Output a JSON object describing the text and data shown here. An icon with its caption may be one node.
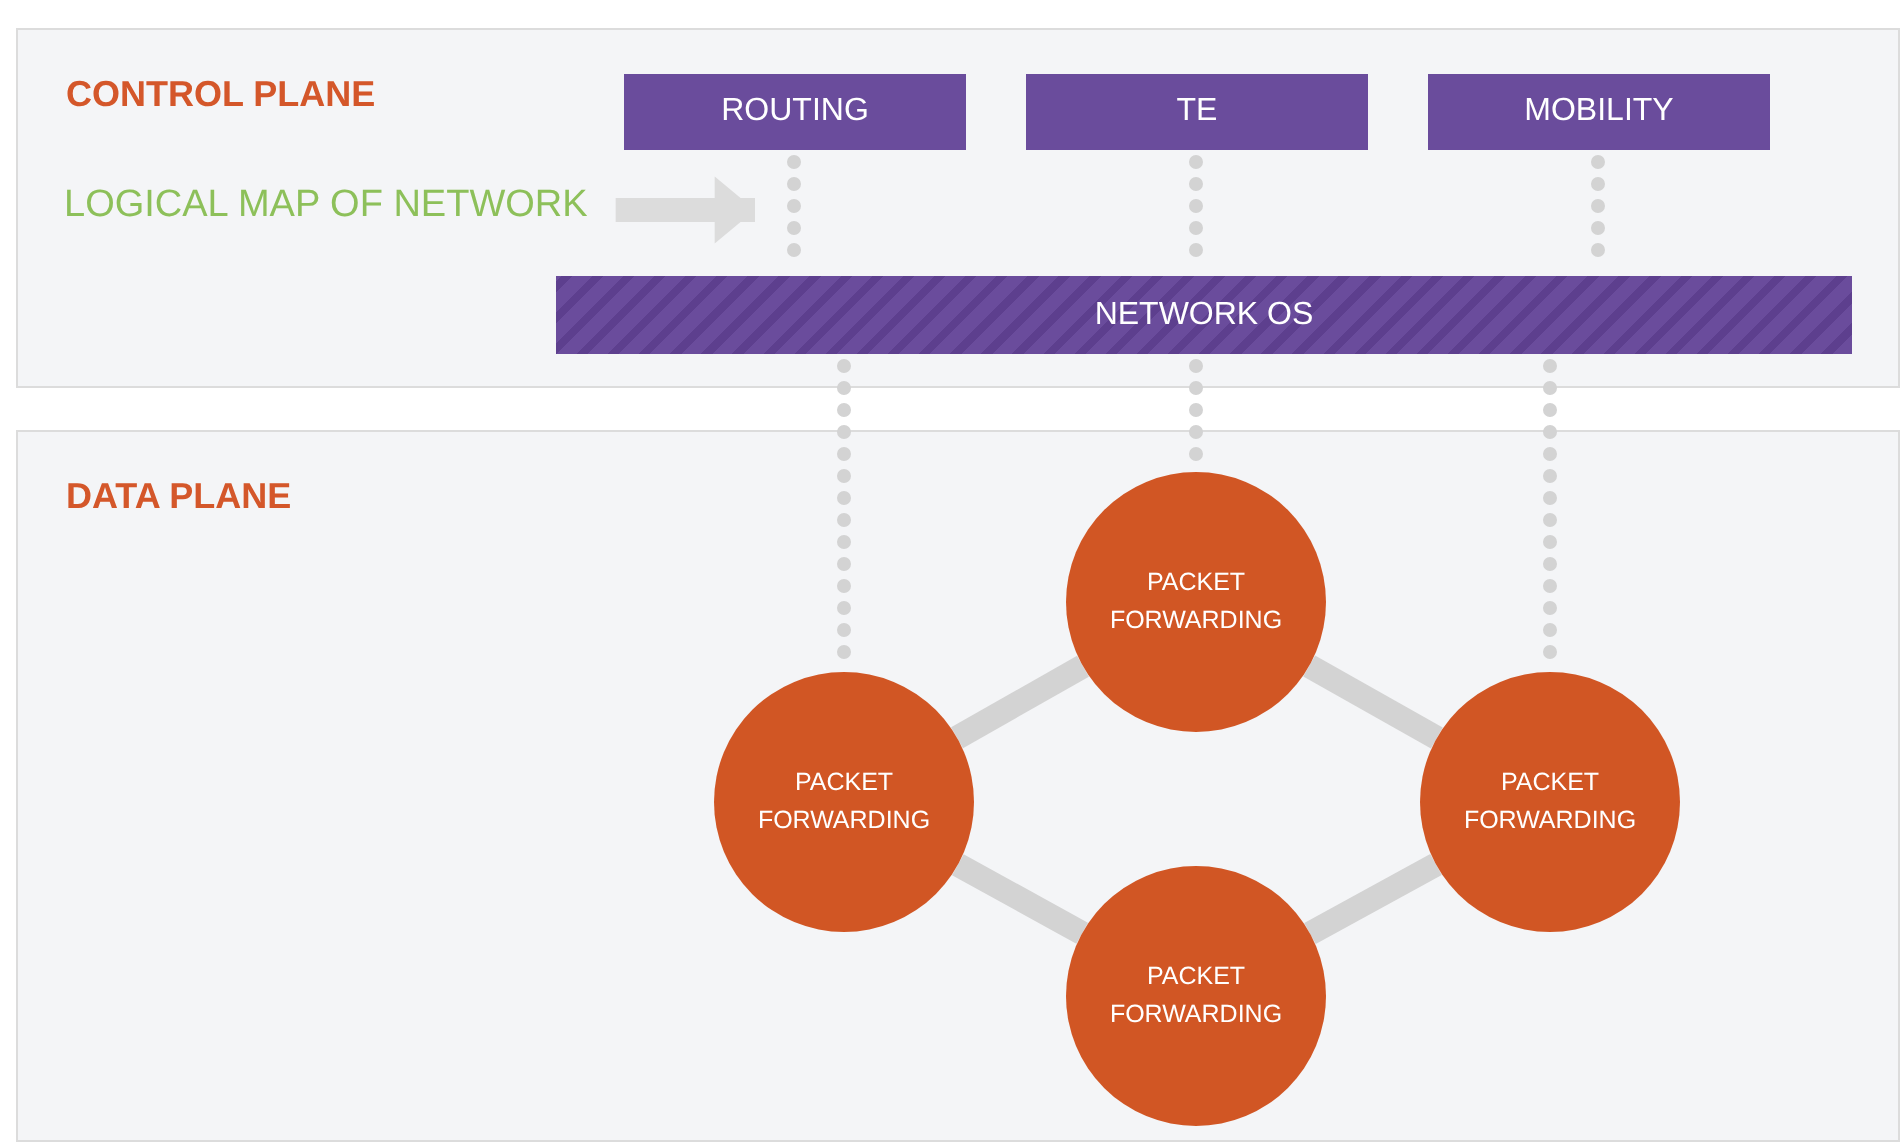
{
  "diagram": {
    "nodes": [
      {
        "text": [
          "CONTROL PLANE"
        ]
      },
      {
        "text": [
          "ROUTING"
        ],
        "in": 0
      },
      {
        "text": [
          "TE"
        ],
        "in": 0
      },
      {
        "text": [
          "MOBILITY"
        ],
        "in": 0
      },
      {
        "text": [
          "NETWORK OS"
        ],
        "in": 0
      },
      {
        "text": [
          "LOGICAL MAP OF NETWORK"
        ],
        "in": 0
      },
      {
        "text": [
          "DATA PLANE"
        ]
      },
      {
        "text": [
          "PACKET FORWARDING"
        ],
        "in": 6
      },
      {
        "text": [
          "PACKET FORWARDING"
        ],
        "in": 6
      },
      {
        "text": [
          "PACKET FORWARDING"
        ],
        "in": 6
      },
      {
        "text": [
          "PACKET FORWARDING"
        ],
        "in": 6
      }
    ],
    "edges": [
      {
        "from": 1,
        "to": 4,
        "arrow": "none",
        "style": "dashed"
      },
      {
        "from": 2,
        "to": 4,
        "arrow": "none",
        "style": "dashed"
      },
      {
        "from": 3,
        "to": 4,
        "arrow": "none",
        "style": "dashed"
      },
      {
        "from": 4,
        "to": 8,
        "arrow": "none",
        "style": "dashed"
      },
      {
        "from": 4,
        "to": 7,
        "arrow": "none",
        "style": "dashed"
      },
      {
        "from": 4,
        "to": 9,
        "arrow": "none",
        "style": "dashed"
      },
      {
        "from": 8,
        "to": 7,
        "arrow": "none"
      },
      {
        "from": 7,
        "to": 9,
        "arrow": "none"
      },
      {
        "from": 8,
        "to": 10,
        "arrow": "none"
      },
      {
        "from": 10,
        "to": 9,
        "arrow": "none"
      },
      {
        "from": 5,
        "to": 1,
        "arrow": "to",
        "color": "#dcdcdc"
      }
    ]
  }
}
